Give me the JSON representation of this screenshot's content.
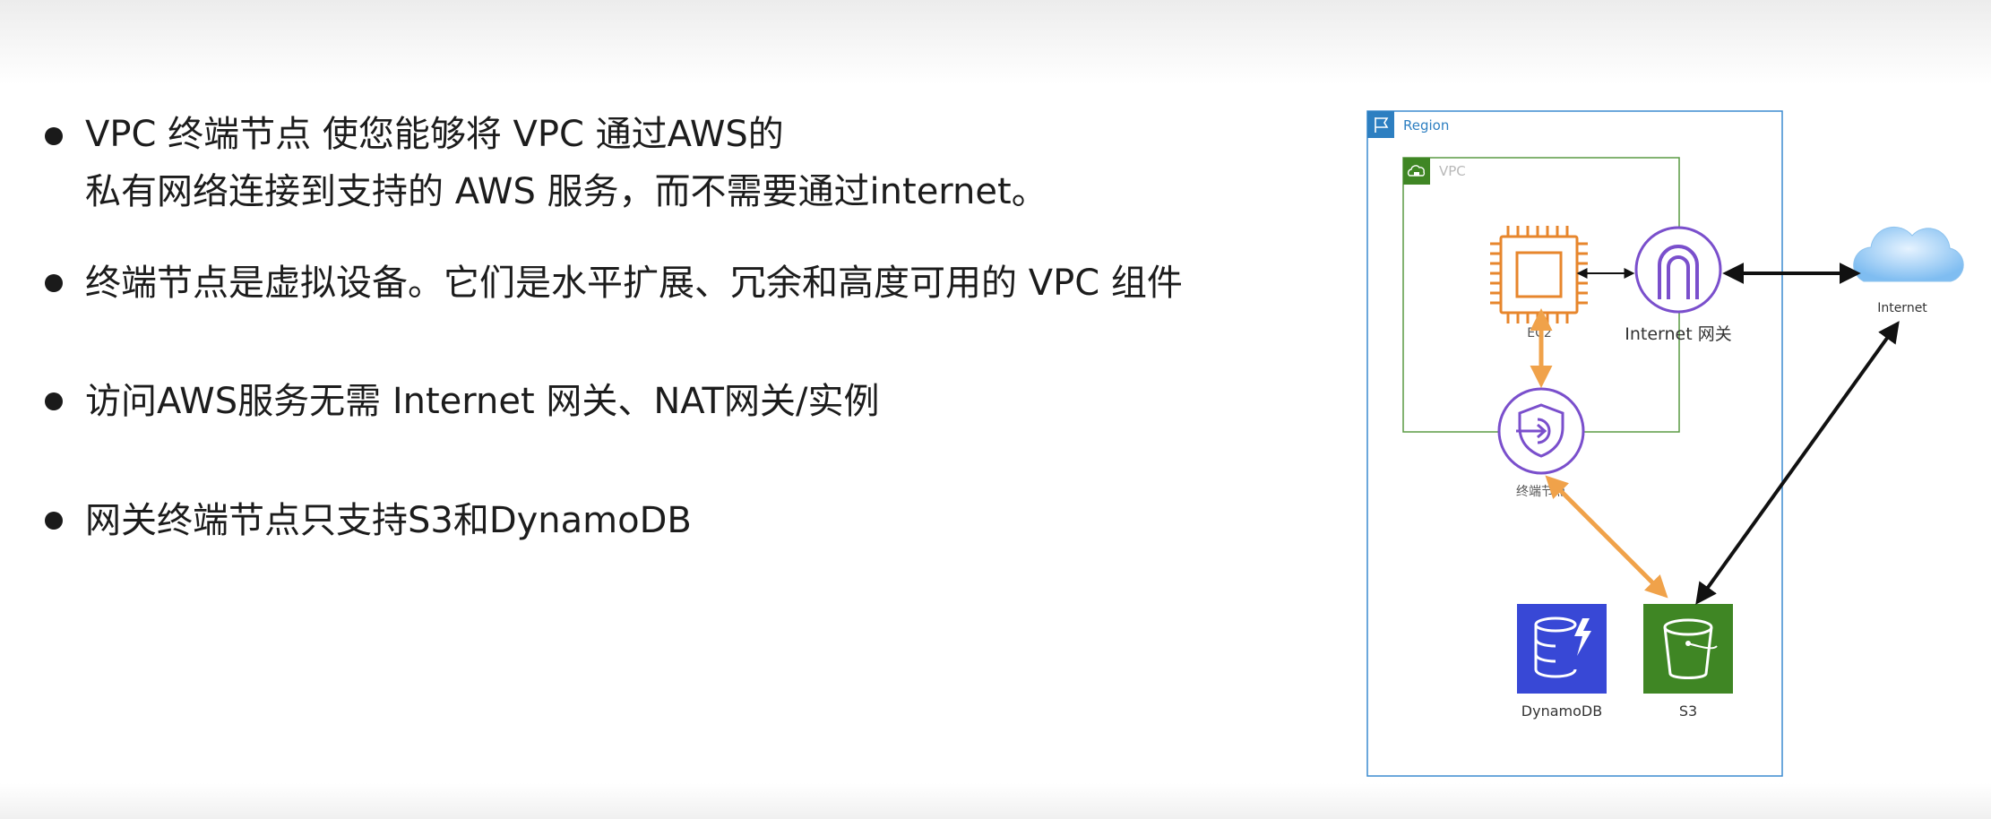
{
  "bullets": [
    {
      "lines": [
        "VPC 终端节点 使您能够将 VPC 通过AWS的",
        "私有网络连接到支持的 AWS 服务，而不需要通过internet。"
      ]
    },
    {
      "lines": [
        "终端节点是虚拟设备。它们是水平扩展、冗余和高度可用的 VPC 组件"
      ]
    },
    {
      "lines": [
        "访问AWS服务无需 Internet 网关、NAT网关/实例"
      ]
    },
    {
      "lines": [
        "网关终端节点只支持S3和DynamoDB"
      ]
    }
  ],
  "diagram": {
    "region_label": "Region",
    "vpc_label": "VPC",
    "ec2_label": "EC2",
    "igw_label": "Internet 网关",
    "internet_label": "Internet",
    "endpoint_label": "终端节点",
    "dynamodb_label": "DynamoDB",
    "s3_label": "S3"
  },
  "icons": {
    "region": "flag-icon",
    "vpc": "cloud-lock-icon",
    "ec2": "chip-icon",
    "igw": "gateway-arch-icon",
    "internet": "cloud-icon",
    "endpoint": "shield-endpoint-icon",
    "dynamodb": "database-lightning-icon",
    "s3": "bucket-icon"
  },
  "colors": {
    "region_border": "#2D7FC1",
    "vpc_border": "#3F8624",
    "ec2": "#E7862C",
    "purple": "#7A4FCC",
    "dynamodb_fill": "#3848D6",
    "s3_fill": "#3F8624",
    "orange_arrow": "#F0A24A"
  }
}
